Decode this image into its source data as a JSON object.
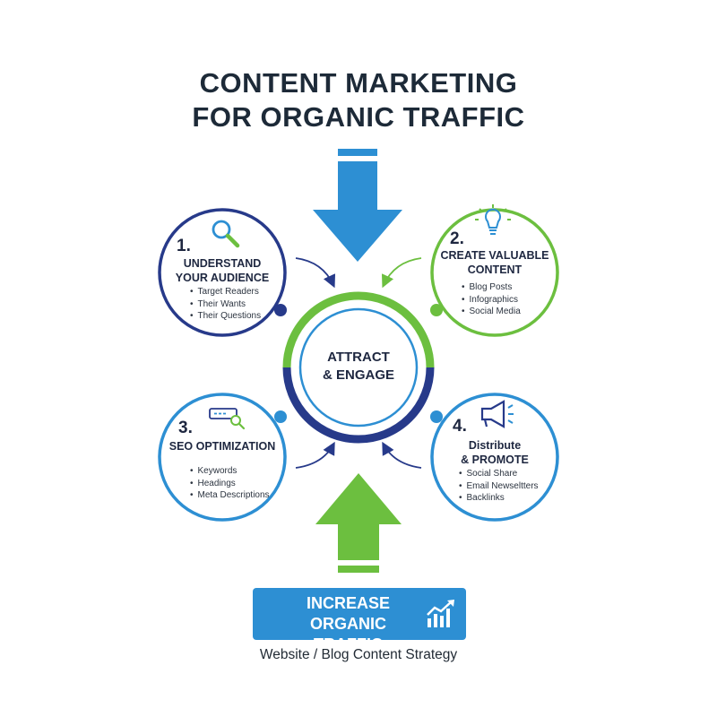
{
  "title": {
    "line1": "CONTENT MARKETING",
    "line2": "FOR ORGANIC TRAFFIC"
  },
  "center": {
    "line1": "ATTRACT",
    "line2": "& ENGAGE"
  },
  "steps": [
    {
      "number": "1.",
      "title_line1": "UNDERSTAND",
      "title_line2": "YOUR AUDIENCE",
      "icon": "magnifier-icon",
      "bullets": [
        "Target Readers",
        "Their Wants",
        "Their Questions"
      ]
    },
    {
      "number": "2.",
      "title_line1": "CREATE VALUABLE",
      "title_line2": "CONTENT",
      "icon": "lightbulb-icon",
      "bullets": [
        "Blog Posts",
        "Infographics",
        "Social Media"
      ]
    },
    {
      "number": "3.",
      "title_line1": "SEO OPTIMIZATION",
      "title_line2": "",
      "icon": "search-bar-icon",
      "bullets": [
        "Keywords",
        "Headings",
        "Meta Descriptions"
      ]
    },
    {
      "number": "4.",
      "title_line1": "Distribute",
      "title_line2": "& PROMOTE",
      "icon": "megaphone-icon",
      "bullets": [
        "Social Share",
        "Email Newseltters",
        "Backlinks"
      ]
    }
  ],
  "cta": {
    "line1": "INCREASE",
    "line2": "ORGANIC TRAFFIC",
    "icon": "growth-chart-icon"
  },
  "footer": "Website / Blog Content Strategy",
  "colors": {
    "navy": "#273a8a",
    "green": "#6cbf3f",
    "blue": "#2d8fd3",
    "text": "#1e2740"
  }
}
